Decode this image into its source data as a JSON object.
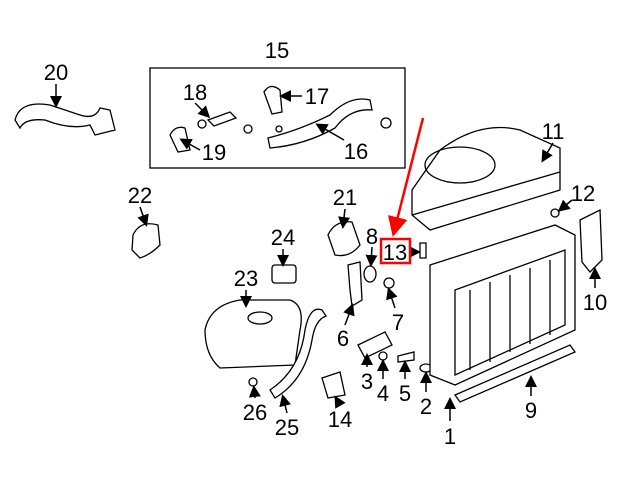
{
  "diagram": {
    "title": "Radiator & cooling components",
    "highlight_color": "#ff0000",
    "callouts": {
      "c1": "1",
      "c2": "2",
      "c3": "3",
      "c4": "4",
      "c5": "5",
      "c6": "6",
      "c7": "7",
      "c8": "8",
      "c9": "9",
      "c10": "10",
      "c11": "11",
      "c12": "12",
      "c13": "13",
      "c14": "14",
      "c15": "15",
      "c16": "16",
      "c17": "17",
      "c18": "18",
      "c19": "19",
      "c20": "20",
      "c21": "21",
      "c22": "22",
      "c23": "23",
      "c24": "24",
      "c25": "25",
      "c26": "26"
    },
    "highlighted_part": "13"
  }
}
